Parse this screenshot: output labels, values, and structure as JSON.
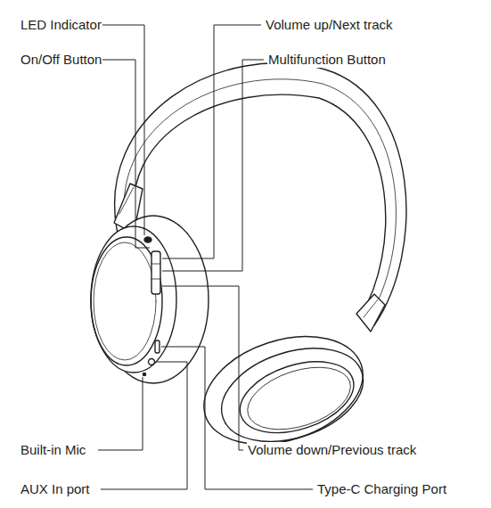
{
  "diagram": {
    "labels": [
      "LED Indicator",
      "On/Off Button",
      "Volume up/Next track",
      "Multifunction Button",
      "Built-in Mic",
      "AUX In port",
      "Volume down/Previous track",
      "Type-C Charging Port"
    ]
  }
}
